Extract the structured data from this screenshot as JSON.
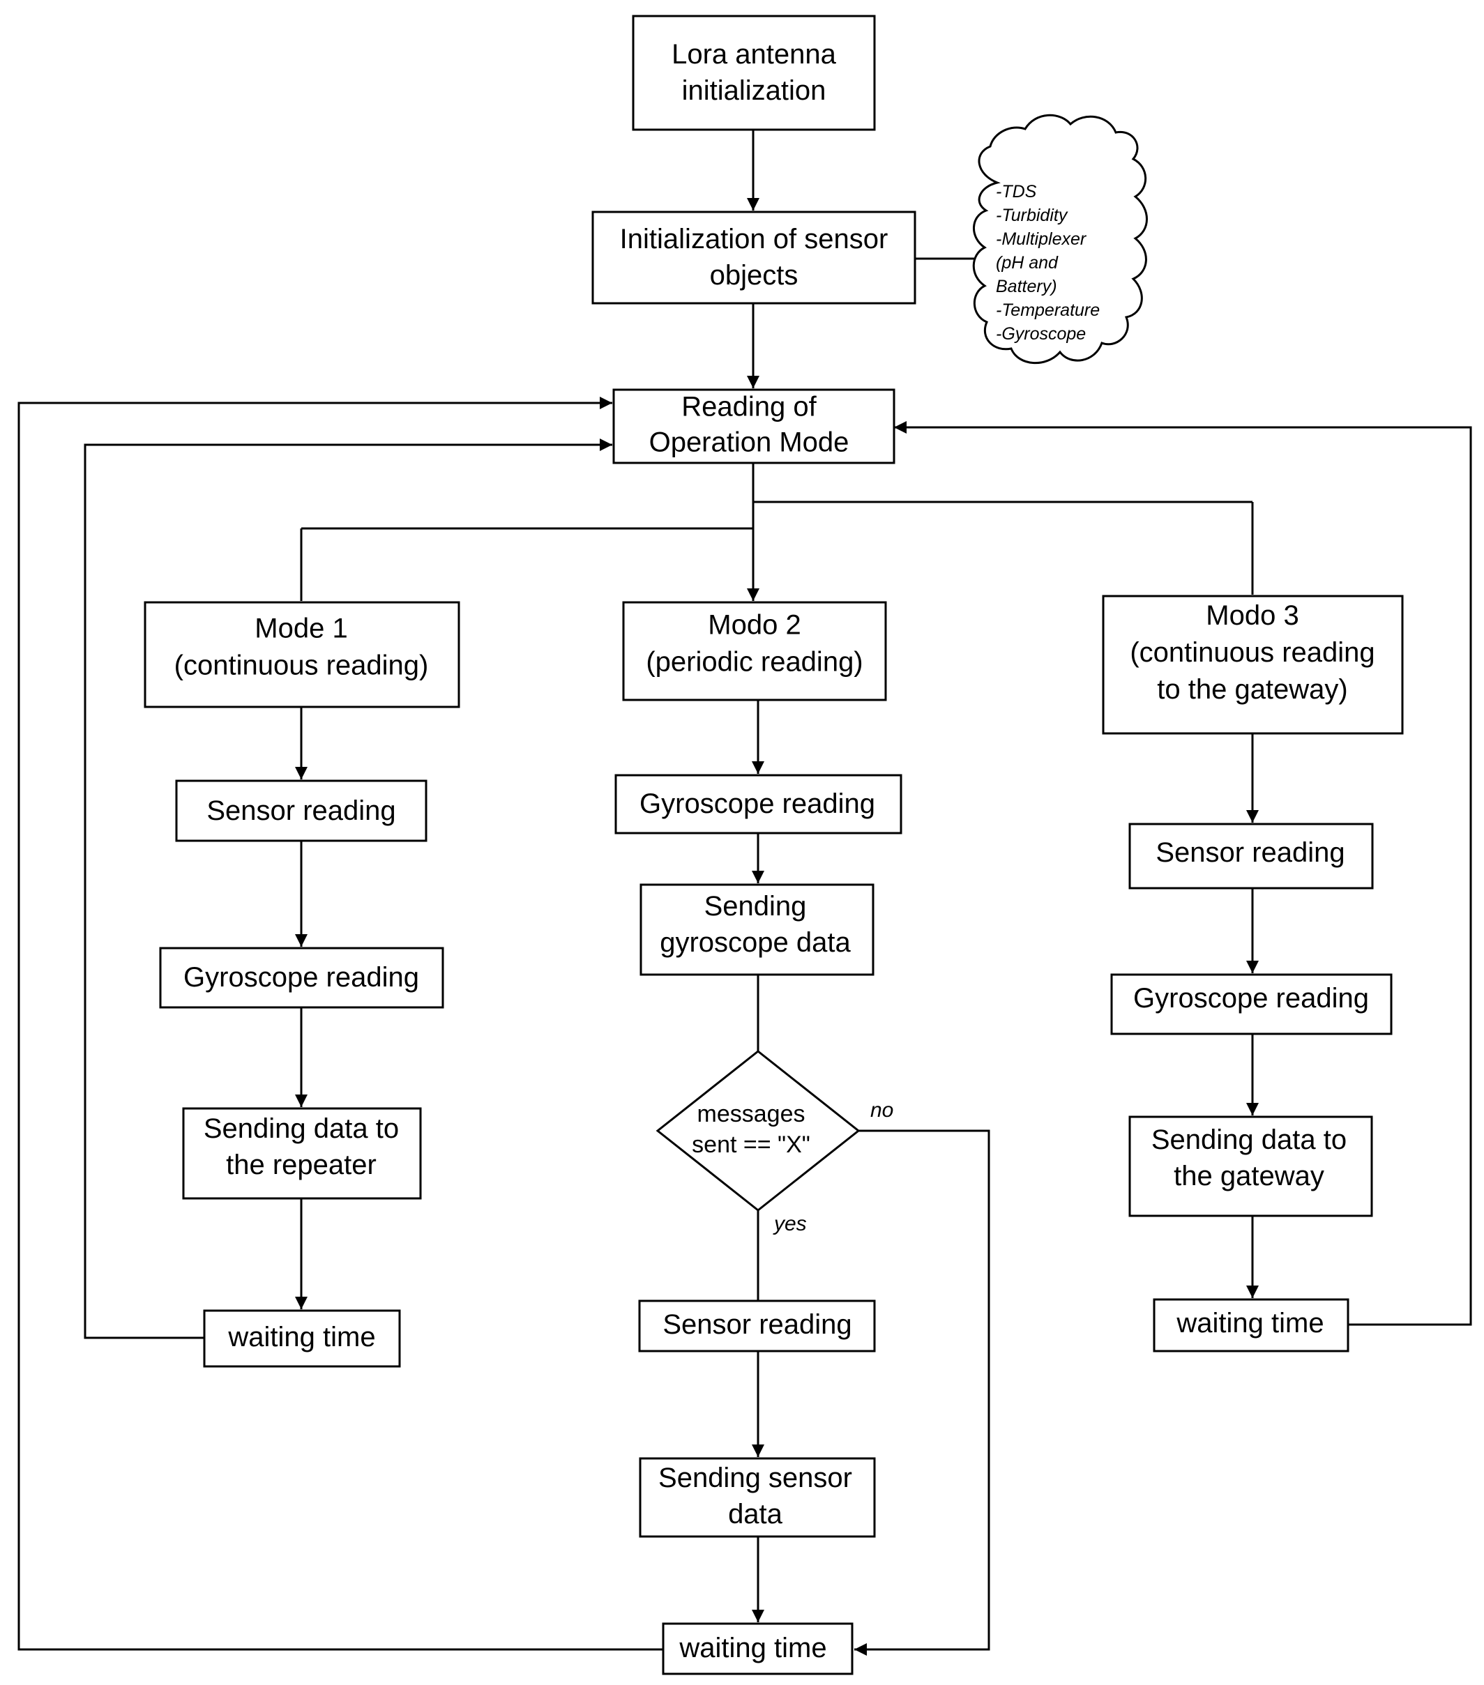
{
  "nodes": {
    "lora_init": [
      "Lora antenna",
      "initialization"
    ],
    "sensor_init": [
      "Initialization of sensor",
      "objects"
    ],
    "read_mode": [
      "Reading of",
      "Operation Mode"
    ],
    "mode1": [
      "Mode 1",
      "(continuous reading)"
    ],
    "mode2": [
      "Modo 2",
      "(periodic reading)"
    ],
    "mode3": [
      "Modo 3",
      "(continuous reading",
      "to the gateway)"
    ],
    "m1_sensor": [
      "Sensor reading"
    ],
    "m1_gyro": [
      "Gyroscope reading"
    ],
    "m1_send": [
      "Sending data to",
      "the repeater"
    ],
    "m1_wait": [
      "waiting time"
    ],
    "m2_gyro": [
      "Gyroscope reading"
    ],
    "m2_send_gyro": [
      "Sending",
      "gyroscope data"
    ],
    "m2_decision": [
      "messages",
      "sent == \"X\""
    ],
    "m2_sensor": [
      "Sensor reading"
    ],
    "m2_send_sensor": [
      "Sending sensor",
      "data"
    ],
    "m2_wait": [
      "waiting time"
    ],
    "m3_sensor": [
      "Sensor reading"
    ],
    "m3_gyro": [
      "Gyroscope reading"
    ],
    "m3_send": [
      "Sending data to",
      "the gateway"
    ],
    "m3_wait": [
      "waiting time"
    ]
  },
  "edge_labels": {
    "no": "no",
    "yes": "yes"
  },
  "sensor_note": [
    "-TDS",
    "-Turbidity",
    "-Multiplexer",
    "(pH and",
    "Battery)",
    "-Temperature",
    "-Gyroscope"
  ]
}
